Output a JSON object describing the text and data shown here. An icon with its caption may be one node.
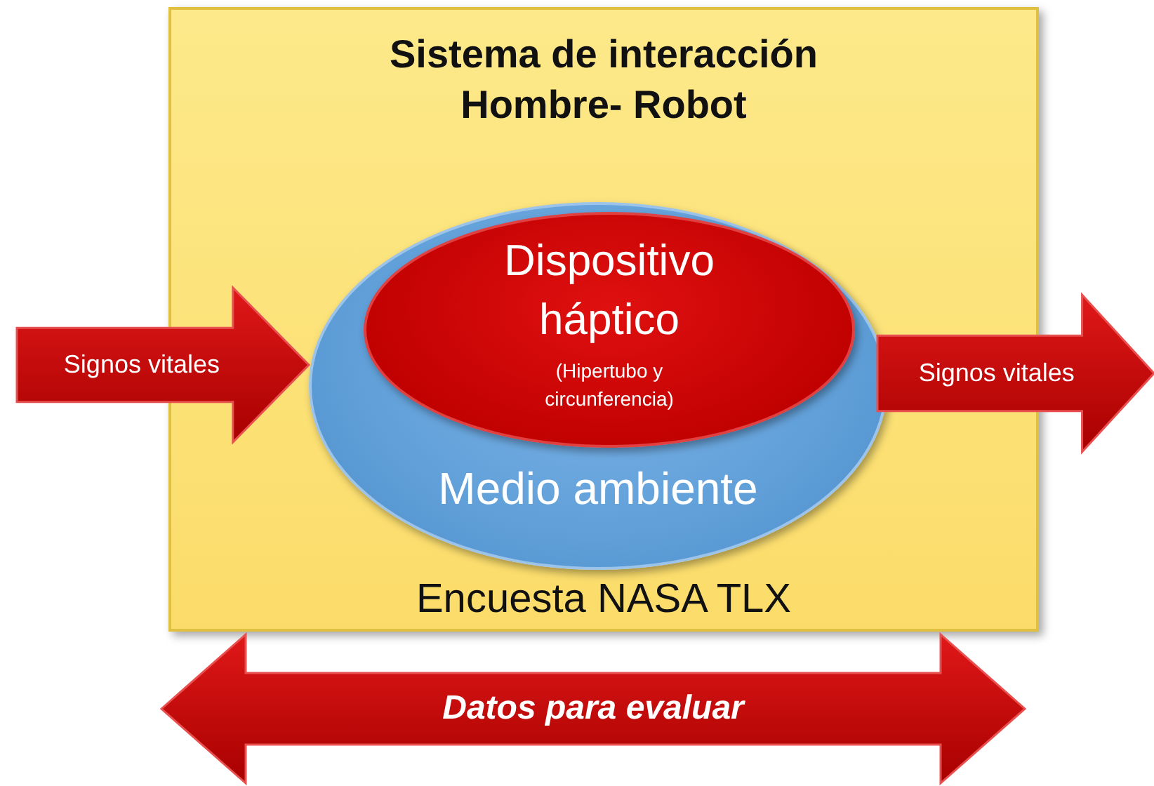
{
  "diagram": {
    "nodes": [
      {
        "text": [
          "Sistema de interacción Hombre- Robot",
          "Encuesta NASA TLX"
        ]
      },
      {
        "text": [
          "Medio ambiente"
        ],
        "in": 0
      },
      {
        "text": [
          "Dispositivo háptico",
          "(Hipertubo y circunferencia)"
        ],
        "in": 1
      },
      {
        "text": [
          "Signos vitales"
        ]
      },
      {
        "text": [
          "Signos vitales"
        ]
      },
      {
        "text": [
          "Datos para evaluar"
        ]
      }
    ]
  }
}
